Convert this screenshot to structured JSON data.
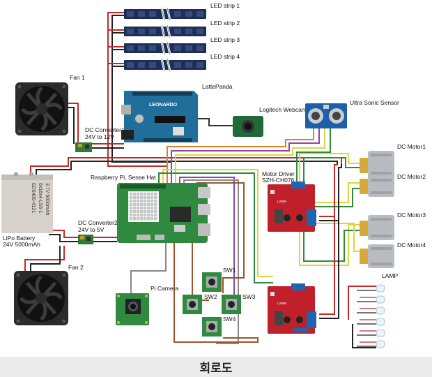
{
  "labels": {
    "led1": "LED strip 1",
    "led2": "LED strip 2",
    "led3": "LED strip 3",
    "led4": "LED strip 4",
    "fan1": "Fan 1",
    "fan2": "Fan 2",
    "lattepanda": "LattePanda",
    "dc1_title": "DC Converter1",
    "dc1_sub": "24V to 12V",
    "webcam": "Logitech Webcam",
    "ultrasonic": "Ultra Sonic Sensor",
    "rpi": "Raspberry Pi, Sense Hat",
    "motor_driver": "Motor Driver",
    "motor_driver_model": "SZH-CH076",
    "motor1": "DC Motor1",
    "motor2": "DC Motor2",
    "motor3": "DC Motor3",
    "motor4": "DC Motor4",
    "battery_title": "LiPo Battery",
    "battery_sub": "24V 5000mAh",
    "battery_print1": "ED5400-4121",
    "battery_print2": "6x16x4-LS6-1",
    "battery_print3": "3.7V 5000mAh",
    "dc2_title": "DC Converter2",
    "dc2_sub": "24V to 5V",
    "picam": "Pi Camera",
    "sw1": "SW1",
    "sw2": "SW2",
    "sw3": "SW3",
    "sw4": "SW4",
    "lamp": "LAMP",
    "caption": "회로도"
  },
  "colors": {
    "wire_red": "#c62828",
    "wire_black": "#222222",
    "wire_yellow": "#d8d83a",
    "wire_green": "#2e8b3e",
    "wire_purple": "#8e44ad",
    "wire_brown": "#a0522d",
    "wire_gray": "#888888",
    "wire_orange": "#e08020",
    "arduino": "#1f6f9a",
    "rpi_board": "#2f8a3f",
    "motor_driver": "#c0202a",
    "led_strip": "#1c2f5a",
    "motor_body": "#b8bcc0",
    "motor_cap": "#d7a83a",
    "ultrasonic": "#1d5fa8"
  }
}
